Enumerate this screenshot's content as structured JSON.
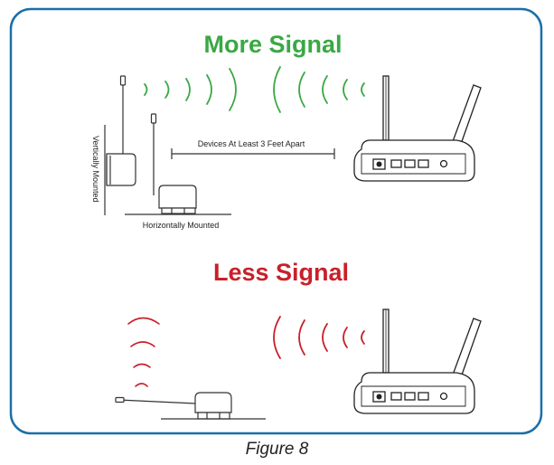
{
  "panel": {
    "border_color": "#1a6fa8"
  },
  "top_section": {
    "title": "More Signal",
    "title_color": "#3aa845",
    "signal_color": "#3aa845",
    "label_vertical": "Vertically Mounted",
    "label_horizontal": "Horizontally Mounted",
    "label_distance": "Devices At Least 3 Feet Apart"
  },
  "bottom_section": {
    "title": "Less Signal",
    "title_color": "#c8202b",
    "signal_color": "#c8202b"
  },
  "caption": "Figure 8",
  "icons": [
    "sensor-vertical-icon",
    "sensor-horizontal-icon",
    "wifi-router-icon",
    "signal-wave-icon"
  ]
}
